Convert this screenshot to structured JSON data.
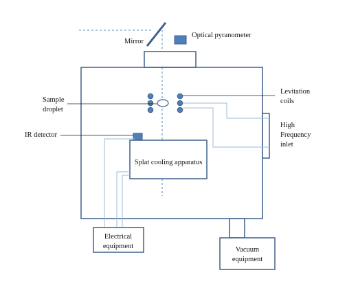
{
  "labels": {
    "mirror": "Mirror",
    "optical_pyrometer": "Optical pyranometer",
    "sample_droplet_line1": "Sample",
    "sample_droplet_line2": "droplet",
    "levitation_coils_line1": "Levitation",
    "levitation_coils_line2": "coils",
    "high_frequency_line1": "High",
    "high_frequency_line2": "Frequency",
    "high_frequency_line3": "inlet",
    "ir_detector": "IR detector",
    "splat_cooling": "Splat cooling apparatus",
    "electrical_line1": "Electrical",
    "electrical_line2": "equipment",
    "vacuum_line1": "Vacuum",
    "vacuum_line2": "equipment"
  },
  "colors": {
    "outline": "#3f5f8a",
    "fill": "#4f7fb8",
    "wire": "#9fbbd6",
    "dashed": "#5a8ac0",
    "leader": "#222222"
  }
}
